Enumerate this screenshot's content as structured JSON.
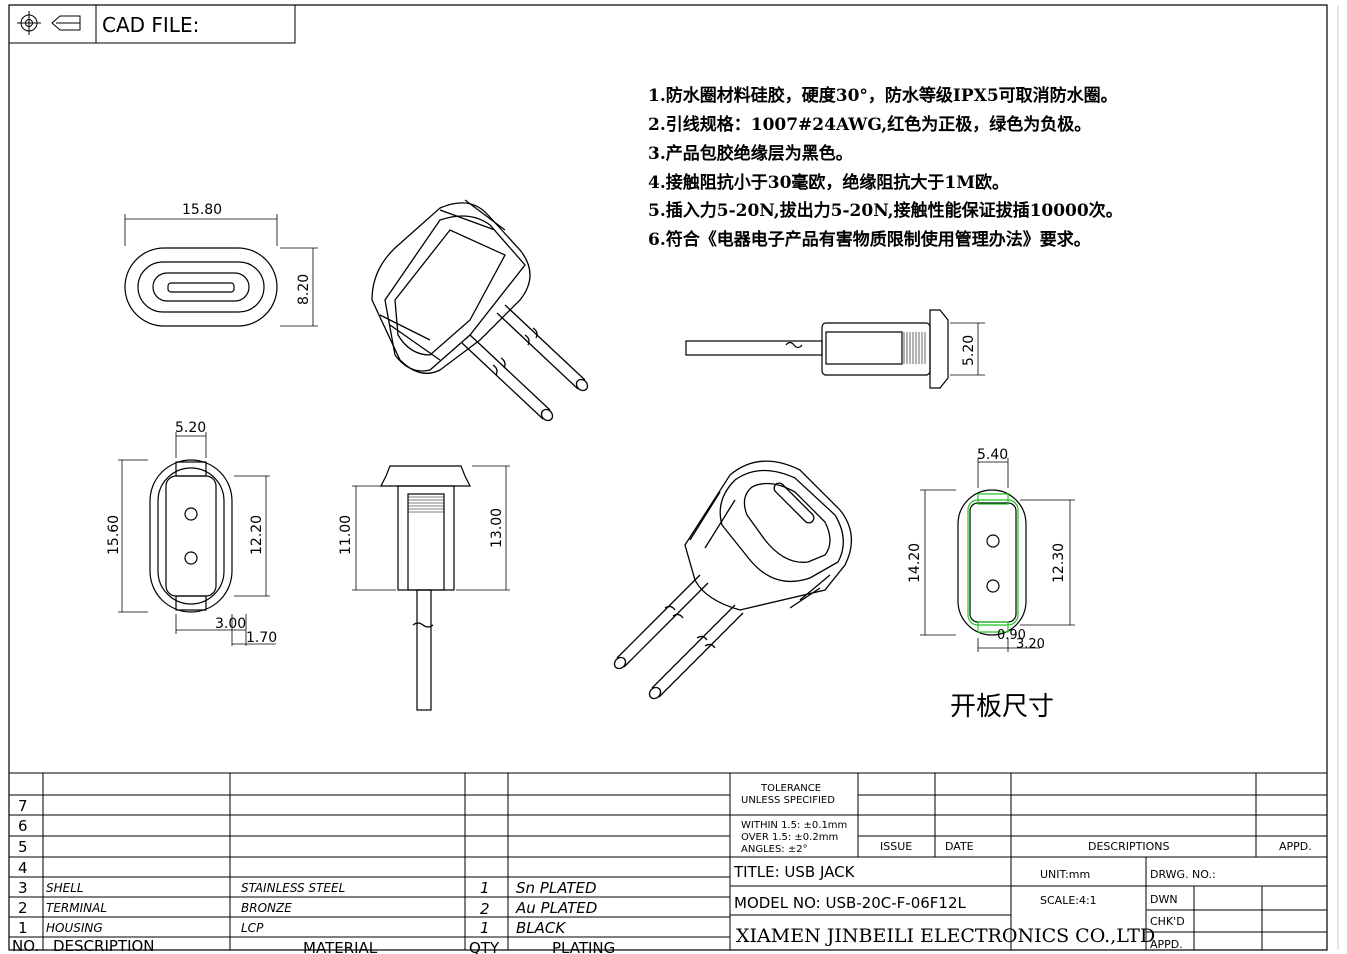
{
  "header": {
    "cad_label": "CAD FILE:"
  },
  "notes": [
    "1.防水圈材料硅胶，硬度30°，防水等级IPX5可取消防水圈。",
    "2.引线规格：1007#24AWG,红色为正极，绿色为负极。",
    "3.产品包胶绝缘层为黑色。",
    "4.接触阻抗小于30毫欧，绝缘阻抗大于1M欧。",
    "5.插入力5-20N,拔出力5-20N,接触性能保证拔插10000次。",
    "6.符合《电器电子产品有害物质限制使用管理办法》要求。"
  ],
  "dimensions": {
    "front_width": "15.80",
    "front_height": "8.20",
    "top_width": "5.20",
    "top_height_outer": "15.60",
    "top_height_inner": "12.20",
    "top_bottom_a": "3.00",
    "top_bottom_b": "1.70",
    "side_height_a": "11.00",
    "side_height_b": "13.00",
    "side_right_height": "5.20",
    "cutout_width": "5.40",
    "cutout_height_outer": "14.20",
    "cutout_height_inner": "12.30",
    "cutout_small_a": "0.90",
    "cutout_small_b": "3.20"
  },
  "panel_label": "开板尺寸",
  "bom": {
    "rows": [
      {
        "no": "7",
        "desc": "",
        "material": "",
        "qty": "",
        "plating": ""
      },
      {
        "no": "6",
        "desc": "",
        "material": "",
        "qty": "",
        "plating": ""
      },
      {
        "no": "5",
        "desc": "",
        "material": "",
        "qty": "",
        "plating": ""
      },
      {
        "no": "4",
        "desc": "",
        "material": "",
        "qty": "",
        "plating": ""
      },
      {
        "no": "3",
        "desc": "SHELL",
        "material": "STAINLESS STEEL",
        "qty": "1",
        "plating": "Sn  PLATED"
      },
      {
        "no": "2",
        "desc": "TERMINAL",
        "material": "BRONZE",
        "qty": "2",
        "plating": "Au  PLATED"
      },
      {
        "no": "1",
        "desc": "HOUSING",
        "material": "LCP",
        "qty": "1",
        "plating": "BLACK"
      }
    ],
    "headers": {
      "no": "NO.",
      "desc": "DESCRIPTION",
      "material": "MATERIAL",
      "qty": "QTY",
      "plating": "PLATING"
    }
  },
  "title_block": {
    "tolerance_1": "TOLERANCE",
    "tolerance_2": "UNLESS  SPECIFIED",
    "within": "WITHIN  1.5: ±0.1mm",
    "over": "OVER  1.5:  ±0.2mm",
    "angles": "ANGLES: ±2°",
    "issue": "ISSUE",
    "date": "DATE",
    "descriptions": "DESCRIPTIONS",
    "appd": "APPD.",
    "title": "TITLE:  USB  JACK",
    "unit": "UNIT:mm",
    "drwg_no": "DRWG. NO.:",
    "model": "MODEL  NO: USB-20C-F-06F12L",
    "scale": "SCALE:4:1",
    "dwn": "DWN",
    "chkd": "CHK'D",
    "appd2": "APPD.",
    "company": "XIAMEN JINBEILI ELECTRONICS CO.,LTD"
  }
}
